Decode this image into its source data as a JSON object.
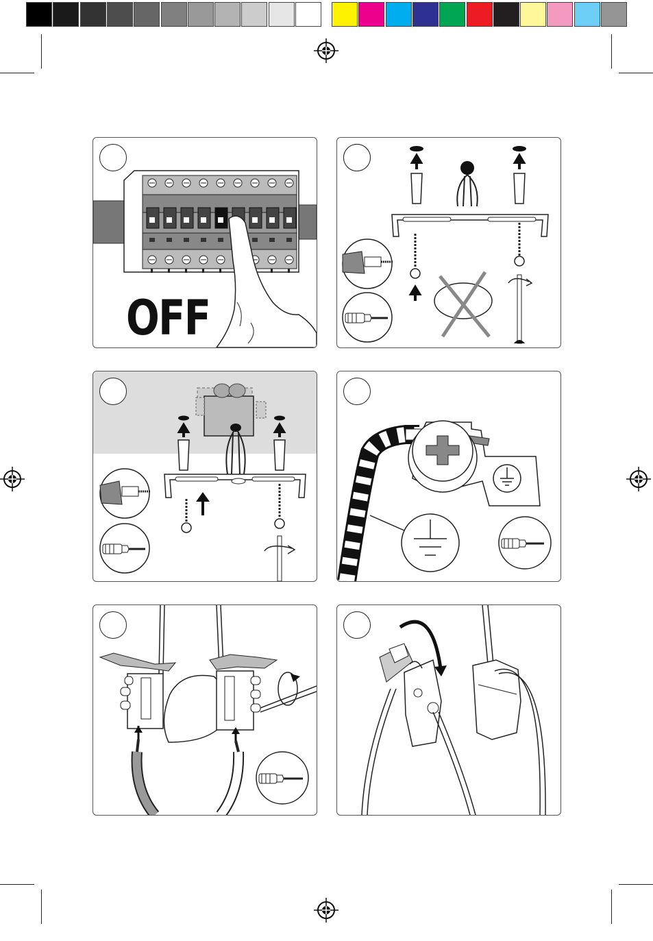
{
  "colorbar": {
    "grays": [
      "#000000",
      "#1a1a1a",
      "#333333",
      "#4d4d4d",
      "#666666",
      "#808080",
      "#999999",
      "#b3b3b3",
      "#cccccc",
      "#e6e6e6",
      "#ffffff"
    ],
    "colors": [
      "#fff200",
      "#ec008c",
      "#00aeef",
      "#2e3192",
      "#00a651",
      "#ed1c24",
      "#231f20",
      "#fff799",
      "#f49ac1",
      "#6dcff6",
      "#959595"
    ]
  },
  "steps": [
    {
      "id": 1,
      "label": "OFF",
      "illustration": "circuit-breaker-panel"
    },
    {
      "id": 2,
      "illustration": "mounting-bracket-with-plugs"
    },
    {
      "id": 3,
      "illustration": "bracket-with-junction-box"
    },
    {
      "id": 4,
      "illustration": "earth-ground-connection"
    },
    {
      "id": 5,
      "illustration": "terminal-block-wiring"
    },
    {
      "id": 6,
      "illustration": "connector-cover-closing"
    }
  ]
}
